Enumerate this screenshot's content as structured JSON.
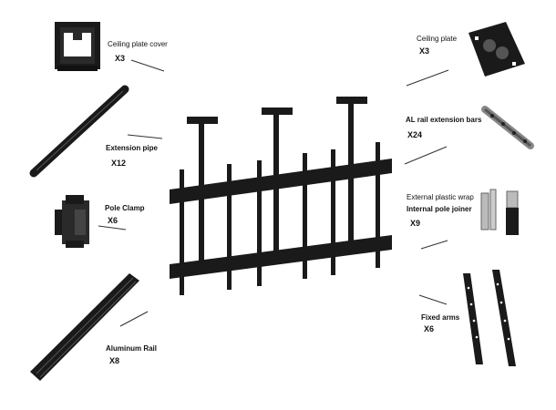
{
  "parts": {
    "ceiling_plate_cover": {
      "name": "Ceiling plate cover",
      "qty": "X3"
    },
    "ceiling_plate": {
      "name": "Ceiling plate",
      "qty": "X3"
    },
    "extension_pipe": {
      "name": "Extension pipe",
      "qty": "X12"
    },
    "al_rail_extension_bars": {
      "name": "AL rail extension bars",
      "qty": "X24"
    },
    "pole_clamp": {
      "name": "Pole Clamp",
      "qty": "X6"
    },
    "external_plastic_wrap": {
      "name": "External plastic wrap"
    },
    "internal_pole_joiner": {
      "name": "Internal pole joiner",
      "qty": "X9"
    },
    "fixed_arms": {
      "name": "Fixed arms",
      "qty": "X6"
    },
    "aluminum_rail": {
      "name": "Aluminum Rail",
      "qty": "X8"
    }
  },
  "colors": {
    "part_fill": "#1a1a1a",
    "highlight": "#555555",
    "leader_line": "#333333",
    "text": "#111111"
  }
}
